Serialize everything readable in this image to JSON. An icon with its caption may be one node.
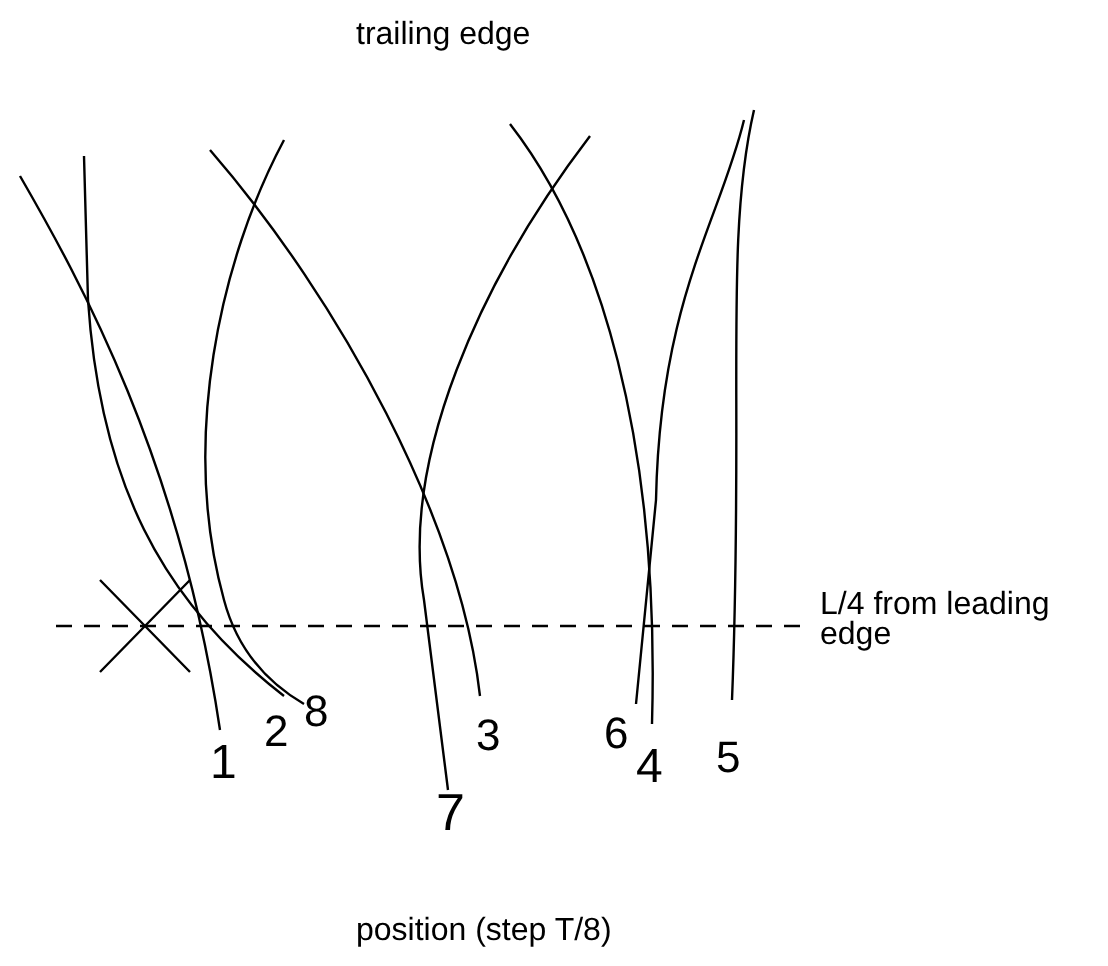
{
  "diagram": {
    "labels": [
      "trailing edge",
      "L/4 from leading edge",
      "1",
      "2",
      "8",
      "7",
      "3",
      "6",
      "4",
      "5",
      "position (step T/8)"
    ]
  }
}
